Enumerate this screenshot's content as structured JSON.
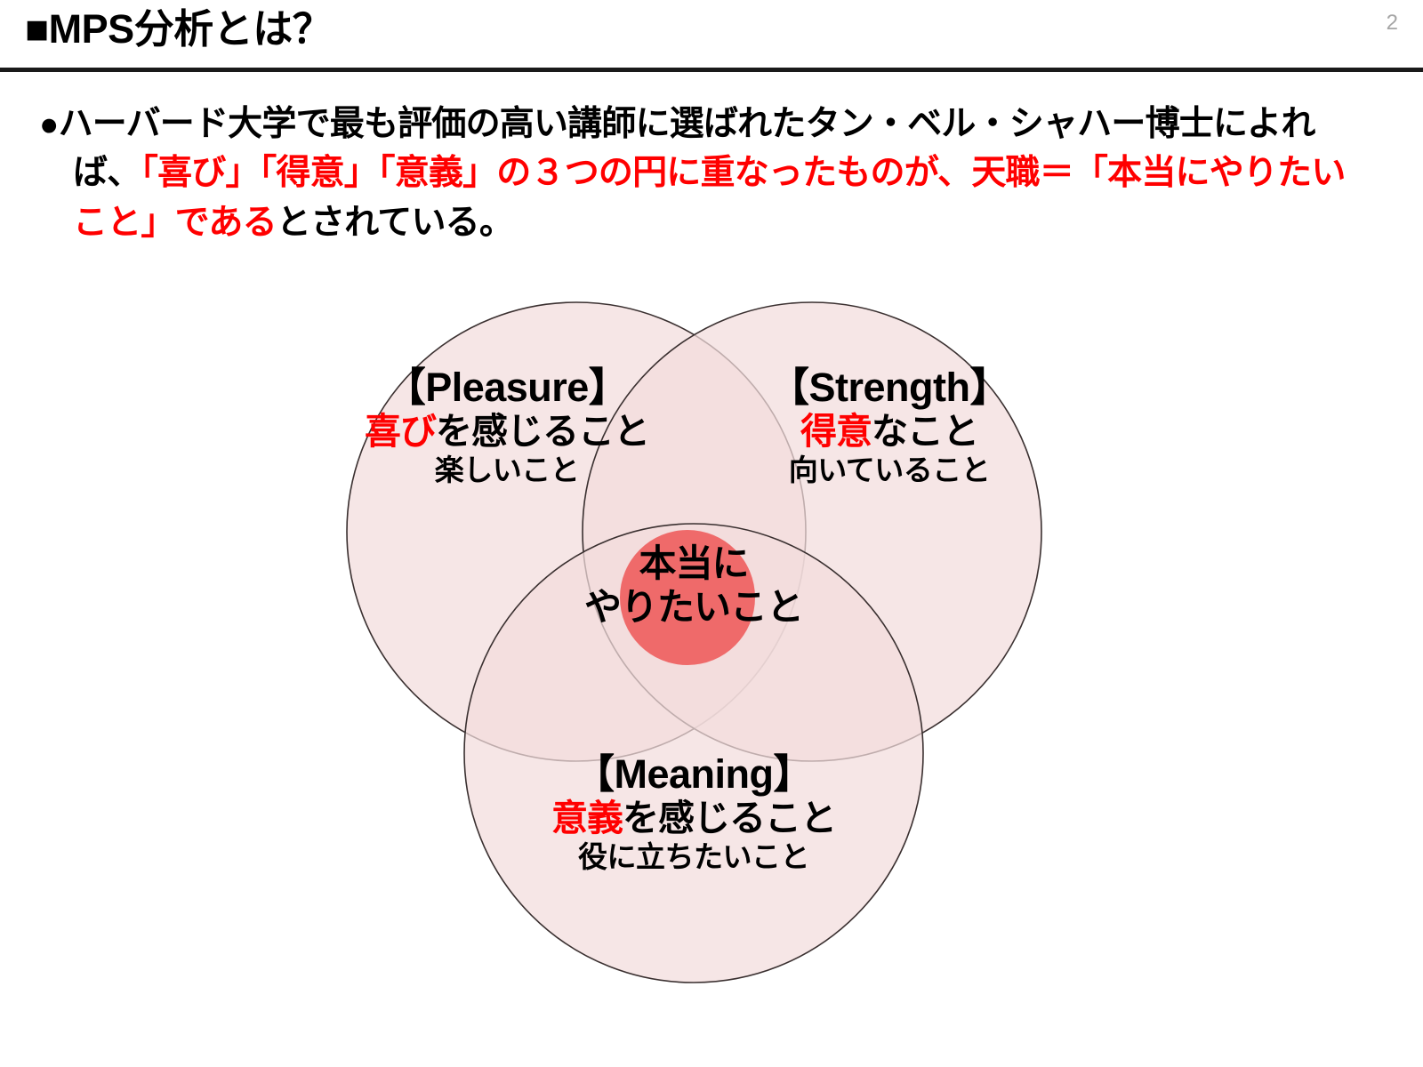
{
  "slide": {
    "page_number": "2",
    "title": "■MPS分析とは？",
    "body": {
      "bullet": "●",
      "line1_black": "ハーバード大学で最も評価の高い講師に選ばれたタン・ベル・シャハー博士によれ",
      "line2_black_prefix": "ば、",
      "line2_red": "「喜び」「得意」「意義」の３つの円に重なったものが、天職＝「本当にやりたい",
      "line3_red": "こと」である",
      "line3_black_suffix": "とされている。"
    },
    "colors": {
      "accent_red": "#ff0000",
      "text_black": "#000000",
      "page_number_gray": "#a6a6a6",
      "circle_fill": "#f2dcdc",
      "circle_stroke": "#404040",
      "center_circle_fill": "#ef5f5f"
    }
  },
  "venn": {
    "pleasure": {
      "title": "【Pleasure】",
      "main_hl": "喜び",
      "main_rest": "を感じること",
      "sub": "楽しいこと"
    },
    "strength": {
      "title": "【Strength】",
      "main_hl": "得意",
      "main_rest": "なこと",
      "sub": "向いていること"
    },
    "meaning": {
      "title": "【Meaning】",
      "main_hl": "意義",
      "main_rest": "を感じること",
      "sub": "役に立ちたいこと"
    },
    "center": {
      "line1": "本当に",
      "line2": "やりたいこと"
    }
  }
}
